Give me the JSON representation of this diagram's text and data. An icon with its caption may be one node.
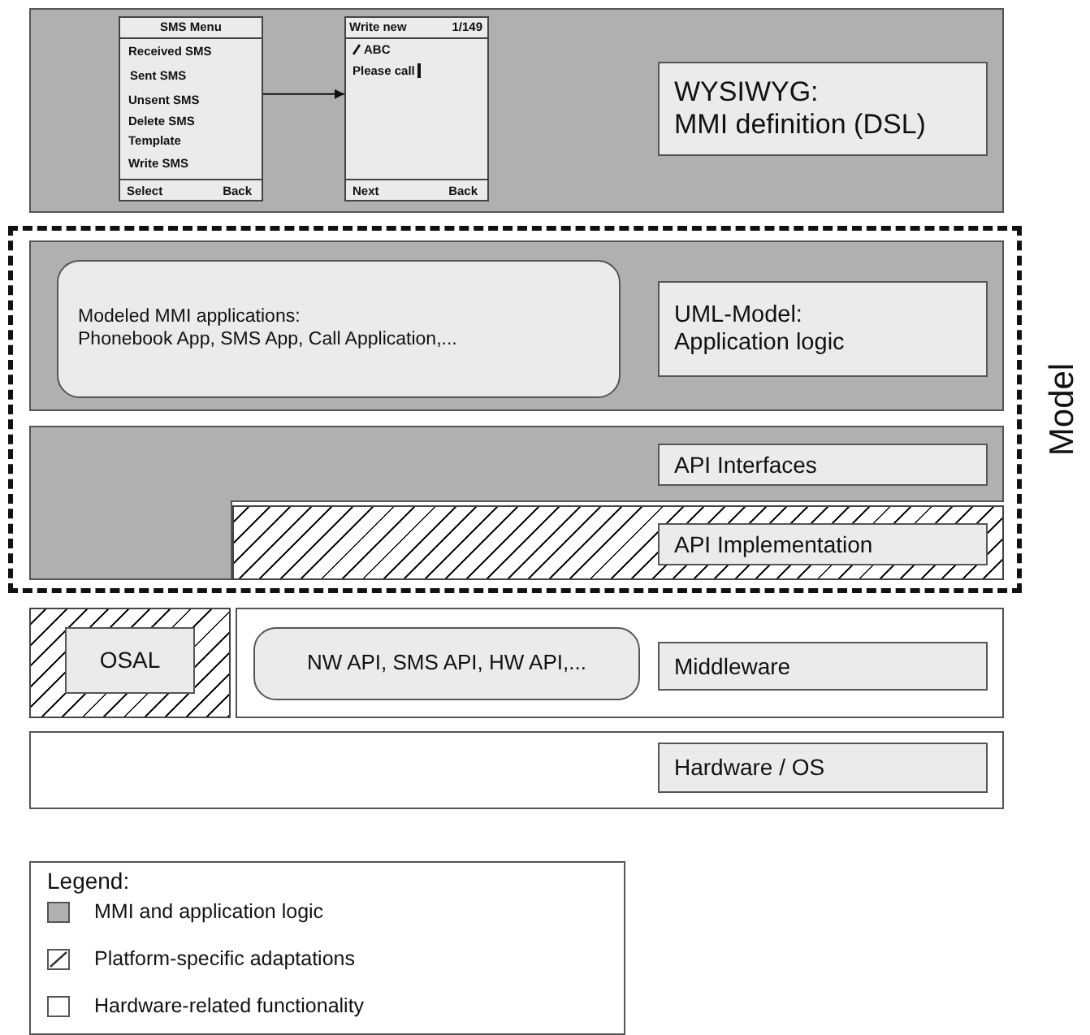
{
  "diagram": {
    "nodes": [
      {
        "text": [],
        "shape": "box"
      },
      {
        "text": [
          "SMS Menu",
          "Received SMS",
          "Sent SMS",
          "Unsent SMS",
          "Delete SMS",
          "Template",
          "Write SMS",
          "Select",
          "Back"
        ],
        "in": 0
      },
      {
        "text": [
          "Write new",
          "1/149",
          "ABC",
          "Please call",
          "Next",
          "Back"
        ],
        "in": 0
      },
      {
        "text": [
          "WYSIWYG:",
          "MMI definition (DSL)"
        ],
        "in": 0
      },
      {
        "text": [
          "Model"
        ]
      },
      {
        "text": [],
        "shape": "box",
        "in": 4
      },
      {
        "text": [
          "Modeled MMI applications:",
          "Phonebook App, SMS App, Call Application,..."
        ],
        "in": 5
      },
      {
        "text": [
          "UML-Model:",
          "Application logic"
        ],
        "in": 5
      },
      {
        "text": [],
        "shape": "box",
        "in": 4
      },
      {
        "text": [
          "API Interfaces"
        ],
        "in": 8
      },
      {
        "text": [],
        "shape": "box",
        "in": 4
      },
      {
        "text": [
          "API Implementation"
        ],
        "in": 10
      },
      {
        "text": [],
        "shape": "box"
      },
      {
        "text": [
          "OSAL"
        ],
        "in": 12
      },
      {
        "text": [],
        "shape": "box"
      },
      {
        "text": [
          "NW API, SMS API, HW API,..."
        ],
        "in": 14
      },
      {
        "text": [
          "Middleware"
        ],
        "in": 14
      },
      {
        "text": [],
        "shape": "box"
      },
      {
        "text": [
          "Hardware / OS"
        ],
        "in": 17
      }
    ],
    "edges": [
      {
        "from": 1,
        "to": 2,
        "arrow": "to"
      }
    ],
    "labels": [
      "Legend:"
    ],
    "legend": [
      {
        "text": "MMI and application logic",
        "color": "#b0b0b0"
      },
      {
        "text": "Platform-specific adaptations"
      },
      {
        "text": "Hardware-related functionality",
        "color": "#ffffff"
      }
    ]
  }
}
